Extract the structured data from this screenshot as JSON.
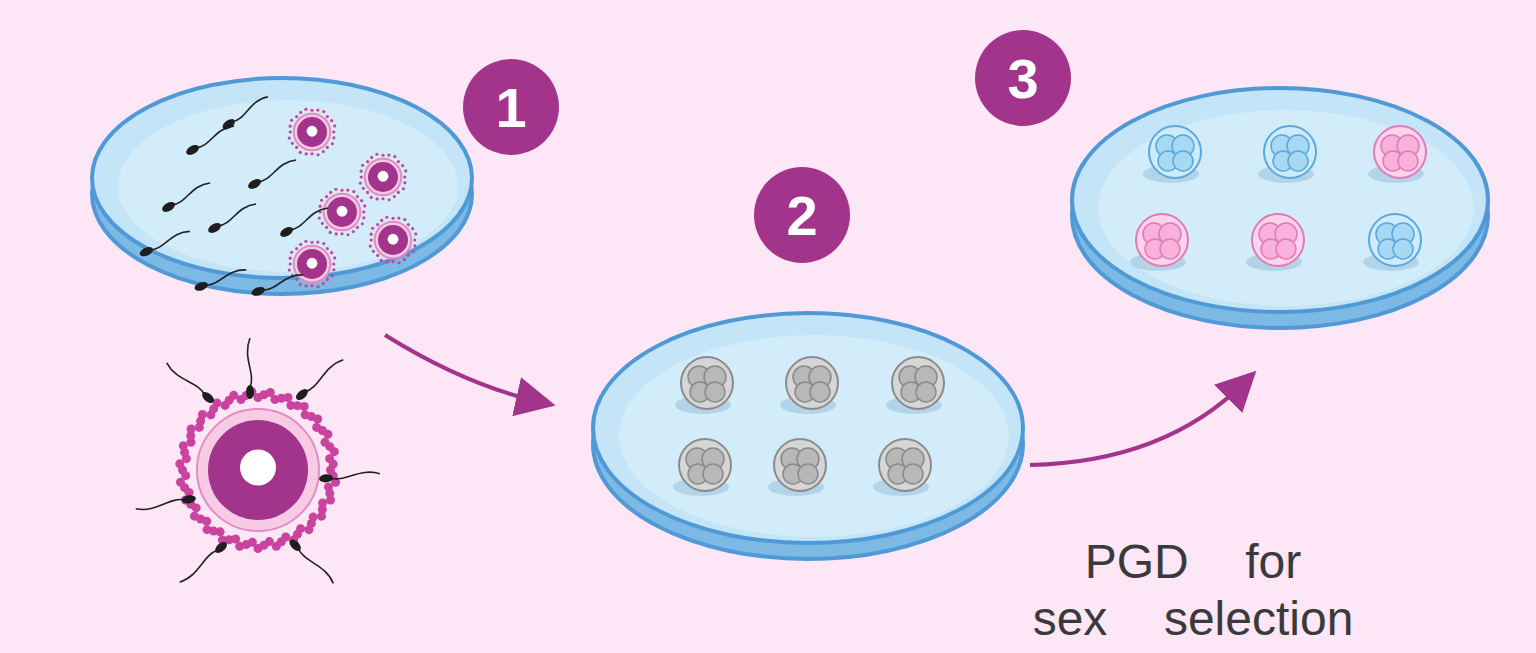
{
  "diagram": {
    "nodes": [
      {
        "text": [
          "1"
        ]
      },
      {
        "text": [
          "2"
        ]
      },
      {
        "text": [
          "3"
        ]
      }
    ],
    "labels": [
      "PGD for sex selection"
    ]
  }
}
